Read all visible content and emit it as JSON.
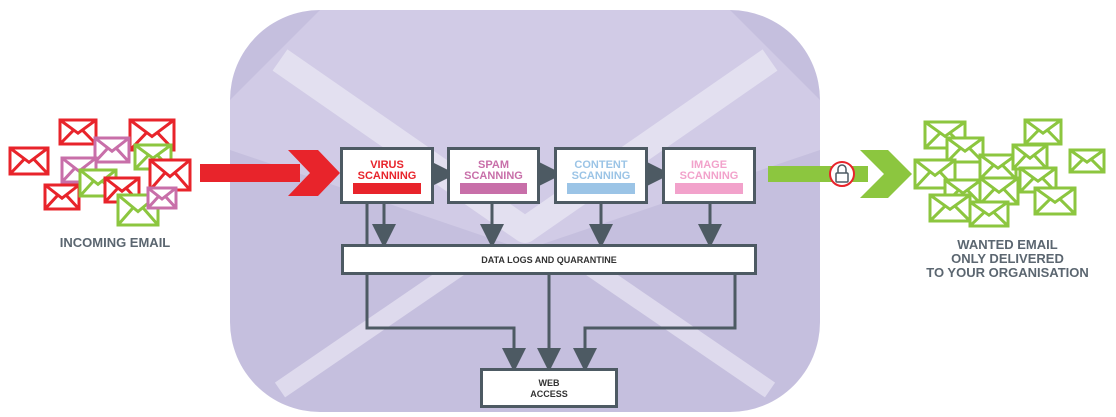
{
  "incoming_label": "INCOMING EMAIL",
  "outgoing_label": [
    "WANTED EMAIL",
    "ONLY DELIVERED",
    "TO YOUR ORGANISATION"
  ],
  "stages": [
    {
      "line1": "VIRUS",
      "line2": "SCANNING",
      "color": "#e8242b"
    },
    {
      "line1": "SPAM",
      "line2": "SCANNING",
      "color": "#c86fa9"
    },
    {
      "line1": "CONTENT",
      "line2": "SCANNING",
      "color": "#9bc4e6"
    },
    {
      "line1": "IMAGE",
      "line2": "SCANNING",
      "color": "#f2a2cb"
    }
  ],
  "data_logs": "DATA LOGS AND QUARANTINE",
  "web_access": [
    "WEB",
    "ACCESS"
  ],
  "colors": {
    "incoming_arrow": "#e8242b",
    "outgoing_arrow": "#8cc63f",
    "envelope_bg": "#c9c3df",
    "lines": "#4d5a63",
    "lock": "#e8242b"
  },
  "icons": [
    "envelope-icon",
    "lock-icon",
    "arrow-right-icon",
    "arrow-down-icon"
  ]
}
